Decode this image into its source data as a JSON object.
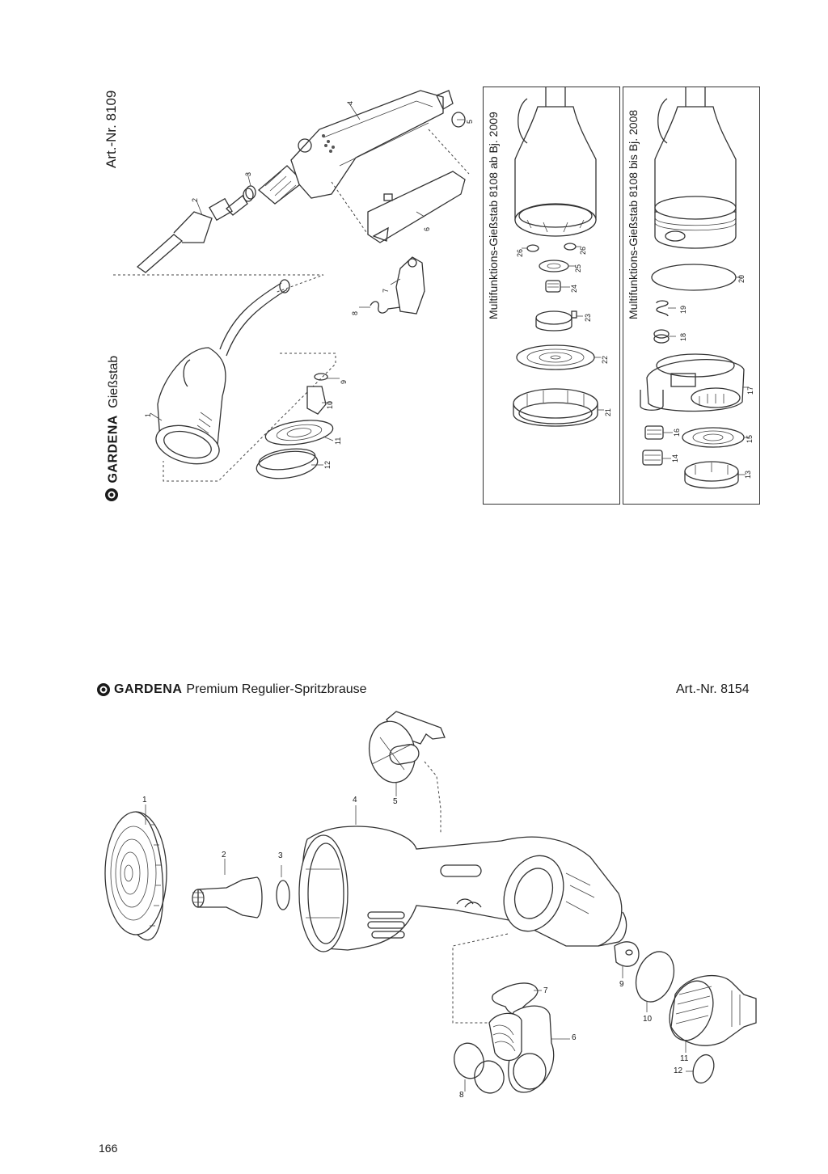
{
  "top_section": {
    "brand": "GARDENA",
    "product": "Gießstab",
    "art_nr": "Art.-Nr. 8109",
    "part_numbers": [
      "1",
      "2",
      "3",
      "4",
      "5",
      "6",
      "7",
      "8",
      "9",
      "10",
      "11",
      "12"
    ],
    "box_2009": {
      "title": "Multifunktions-Gießstab 8108 ab Bj. 2009",
      "part_numbers": [
        "21",
        "22",
        "23",
        "24",
        "25",
        "26",
        "26"
      ]
    },
    "box_2008": {
      "title": "Multifunktions-Gießstab 8108 bis Bj. 2008",
      "part_numbers": [
        "13",
        "14",
        "15",
        "16",
        "17",
        "18",
        "19",
        "20"
      ]
    }
  },
  "bottom_section": {
    "brand": "GARDENA",
    "product": "Premium Regulier-Spritzbrause",
    "art_nr": "Art.-Nr. 8154",
    "part_numbers": [
      "1",
      "2",
      "3",
      "4",
      "5",
      "6",
      "7",
      "8",
      "9",
      "10",
      "11",
      "12"
    ]
  },
  "page_number": "166",
  "icons": {
    "logo": "gardena-logo-icon"
  }
}
